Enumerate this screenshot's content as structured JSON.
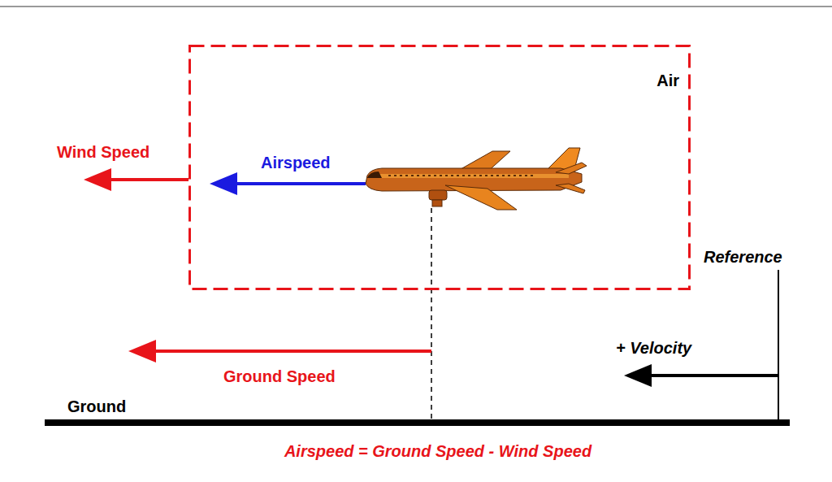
{
  "diagram": {
    "nodes": [
      {
        "text": [
          "Air"
        ]
      }
    ],
    "labels": [
      "Wind Speed",
      "Airspeed",
      "Ground Speed",
      "Reference",
      "+ Velocity",
      "Ground",
      "Airspeed = Ground Speed - Wind Speed"
    ]
  }
}
